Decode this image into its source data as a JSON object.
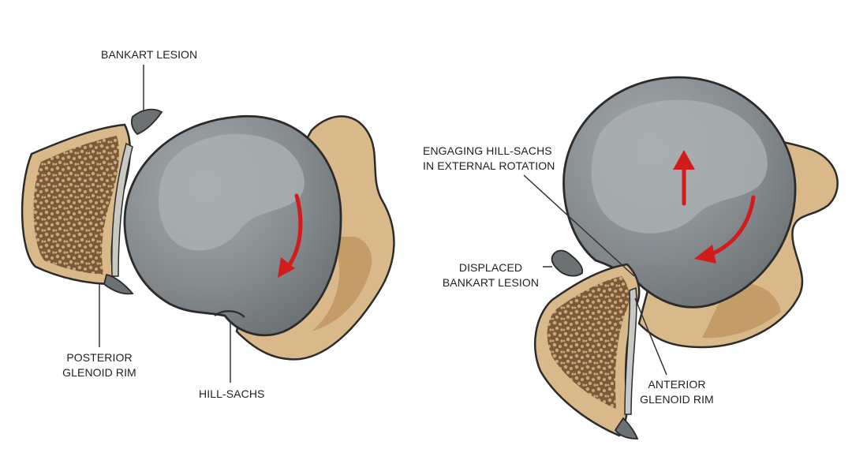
{
  "labels": {
    "bankart_lesion": "BANKART LESION",
    "posterior_glenoid_rim_1": "POSTERIOR",
    "posterior_glenoid_rim_2": "GLENOID RIM",
    "hill_sachs": "HILL-SACHS",
    "engaging_hill_sachs_1": "ENGAGING HILL-SACHS",
    "engaging_hill_sachs_2": "IN EXTERNAL ROTATION",
    "displaced_bankart_1": "DISPLACED",
    "displaced_bankart_2": "BANKART LESION",
    "anterior_glenoid_rim_1": "ANTERIOR",
    "anterior_glenoid_rim_2": "GLENOID RIM"
  },
  "colors": {
    "bone_tan": "#d9b98a",
    "bone_tan_dark": "#c49c68",
    "cancellous": "#7a5a3a",
    "head_gray": "#7e8487",
    "head_gray_light": "#9aa0a3",
    "outline": "#2b2b2b",
    "arrow_red": "#d21b1b",
    "cartilage": "#c9c9c4"
  }
}
